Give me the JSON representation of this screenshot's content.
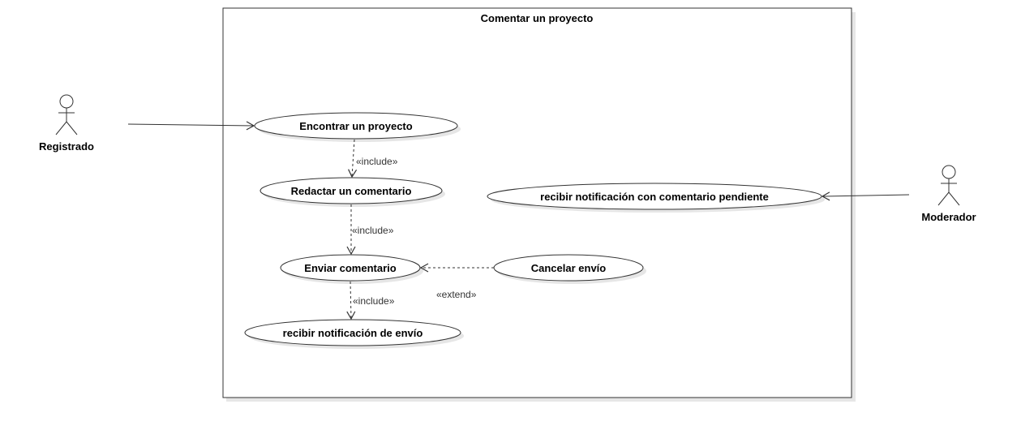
{
  "system": {
    "title": "Comentar un proyecto"
  },
  "actors": {
    "registrado": {
      "label": "Registrado"
    },
    "moderador": {
      "label": "Moderador"
    }
  },
  "use_cases": {
    "encontrar": "Encontrar un proyecto",
    "redactar": "Redactar un comentario",
    "enviar": "Enviar comentario",
    "notif_envio": "recibir notificación de envío",
    "cancelar": "Cancelar envío",
    "notif_pendiente": "recibir notificación con comentario pendiente"
  },
  "relations": {
    "include_1": "«include»",
    "include_2": "«include»",
    "include_3": "«include»",
    "extend_1": "«extend»"
  }
}
